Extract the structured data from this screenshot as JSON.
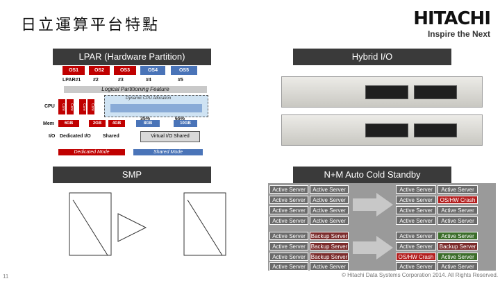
{
  "title": "日立運算平台特點",
  "logo": {
    "brand": "HITACHI",
    "tagline": "Inspire the Next"
  },
  "sections": {
    "lpar": "LPAR (Hardware Partition)",
    "hybrid": "Hybrid I/O",
    "smp": "SMP",
    "standby": "N+M Auto Cold Standby"
  },
  "lpar_diagram": {
    "os": [
      "OS1",
      "OS2",
      "OS3",
      "OS4",
      "OS5"
    ],
    "lpar_label": "LPAR#1",
    "lpar_nums": [
      "#2",
      "#3",
      "#4",
      "#5"
    ],
    "feature": "Logical Partitioning Feature",
    "cpu": "CPU",
    "mem": "Mem",
    "io": "I/O",
    "core": "Core",
    "dynamic": "Dynamic CPU Allocation",
    "pct1": "35%",
    "pct2": "65%",
    "mem_values": [
      "6GB",
      "2GB",
      "4GB",
      "8GB",
      "10GB"
    ],
    "dedicated_io": "Dedicated I/O",
    "shared": "Shared",
    "virtual_io": "Virtual I/O Shared",
    "dedicated_mode": "Dedicated Mode",
    "shared_mode": "Shared Mode"
  },
  "standby_grid": {
    "active": "Active Server",
    "backup": "Backup Server",
    "crash": "OS/HW Crash"
  },
  "footer": {
    "page": "11",
    "copyright": "© Hitachi Data Systems Corporation 2014. All Rights Reserved."
  },
  "colors": {
    "header_bg": "#3a3a3a",
    "red": "#c00000",
    "gray_cell": "#6a6a6a",
    "grid_bg": "#9a9a9a"
  }
}
